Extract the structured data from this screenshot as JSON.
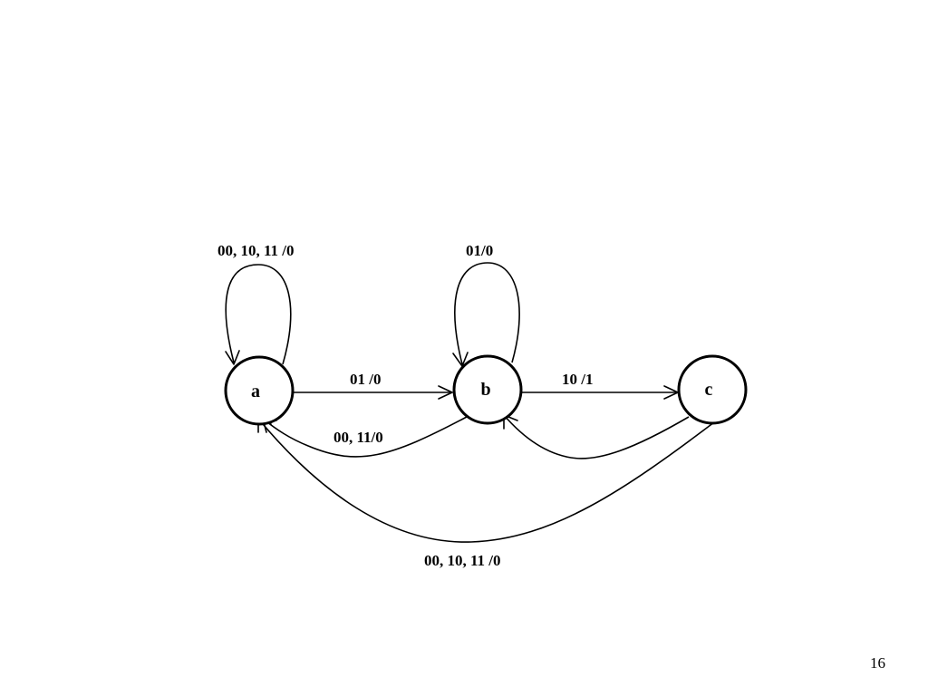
{
  "diagram": {
    "states": {
      "a": "a",
      "b": "b",
      "c": "c"
    },
    "transitions": {
      "a_self": "00, 10, 11 /0",
      "a_to_b": "01 /0",
      "b_self": "01/0",
      "b_to_a": "00, 11/0",
      "b_to_c": "10 /1",
      "c_to_a": "00, 10, 11 /0"
    }
  },
  "slide": {
    "page_number": "16"
  }
}
